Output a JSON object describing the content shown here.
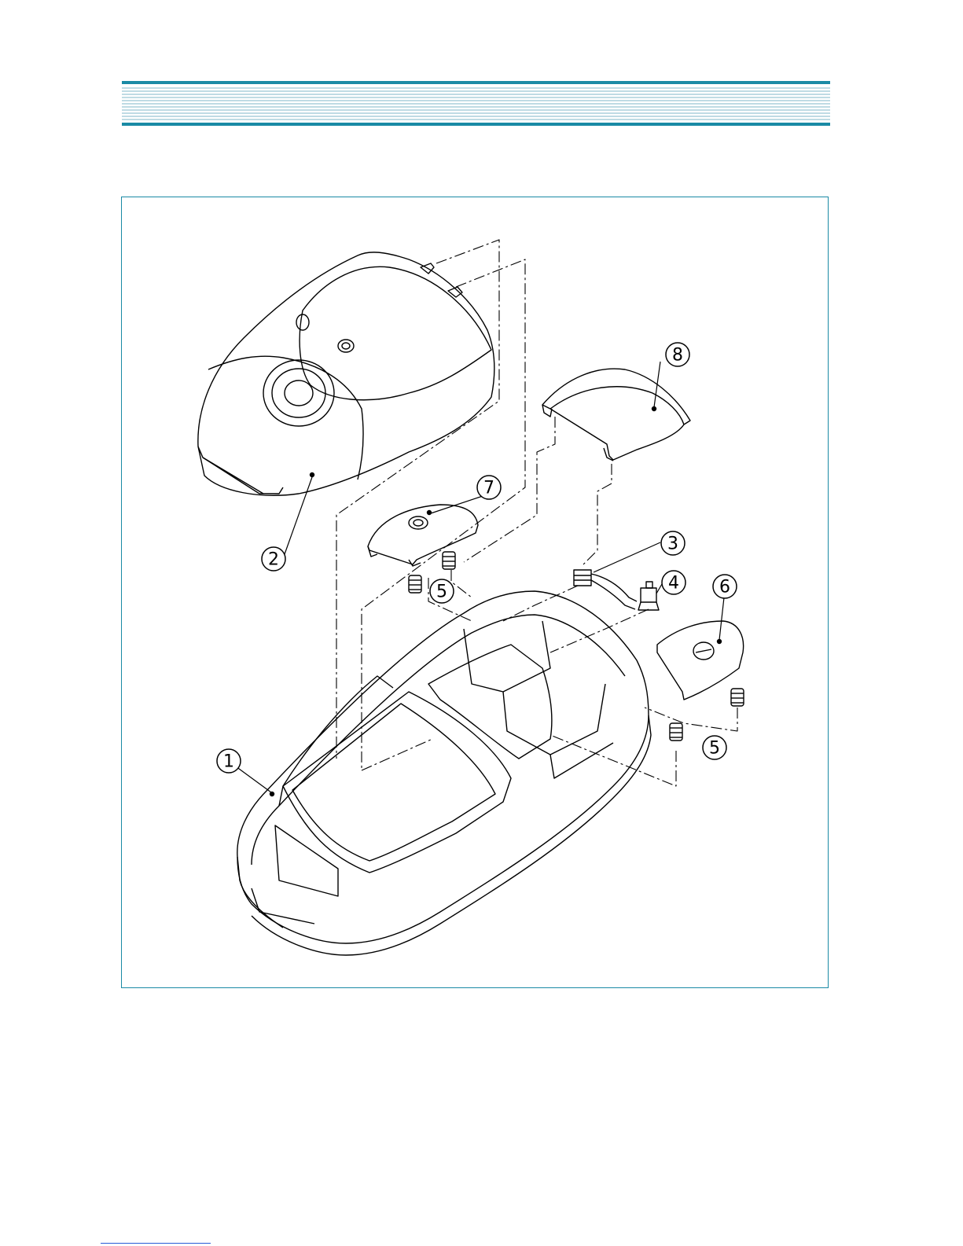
{
  "colors": {
    "header_accent": "#1a8aa5",
    "header_stripe": "#7fb7c9",
    "frame_border": "#1a8aa5",
    "footer_rule": "#2a5bd7"
  },
  "diagram": {
    "callouts": [
      {
        "id": "part-1",
        "label": "1"
      },
      {
        "id": "part-2",
        "label": "2"
      },
      {
        "id": "part-3",
        "label": "3"
      },
      {
        "id": "part-4",
        "label": "4"
      },
      {
        "id": "part-5a",
        "label": "5"
      },
      {
        "id": "part-5b",
        "label": "5"
      },
      {
        "id": "part-6",
        "label": "6"
      },
      {
        "id": "part-7",
        "label": "7"
      },
      {
        "id": "part-8",
        "label": "8"
      }
    ]
  }
}
